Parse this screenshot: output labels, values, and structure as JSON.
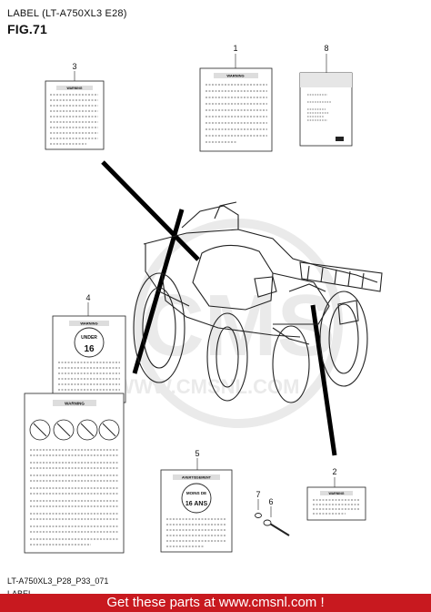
{
  "header": {
    "title": "LABEL (LT-A750XL3 E28)",
    "figure": "FIG.71"
  },
  "callouts": [
    "1",
    "2",
    "3",
    "4",
    "5",
    "6",
    "7",
    "8"
  ],
  "labels": {
    "warning_text": "WARNING",
    "avertissement_text": "AVERTISSEMENT",
    "under16_line1": "UNDER",
    "under16_line2": "16",
    "moins16_line1": "MOINS DE",
    "moins16_line2": "16 ANS"
  },
  "watermark": {
    "text": "WWW.CMSNL.COM",
    "brand": "CMS"
  },
  "footer": {
    "code": "LT-A750XL3_P28_P33_071",
    "subtitle": "LABEL"
  },
  "promo": {
    "text": "Get these parts at www.cmsnl.com !"
  },
  "colors": {
    "promo_bg": "#c8191f",
    "watermark": "#d9d9d9",
    "ink": "#111111"
  }
}
